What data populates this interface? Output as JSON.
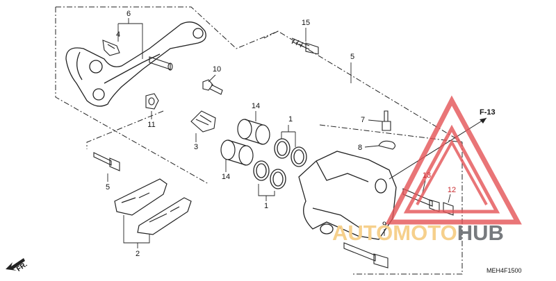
{
  "labels": [
    {
      "id": "6a",
      "text": "6"
    },
    {
      "id": "4",
      "text": "4"
    },
    {
      "id": "15",
      "text": "15"
    },
    {
      "id": "5",
      "text": "5"
    },
    {
      "id": "10",
      "text": "10"
    },
    {
      "id": "14a",
      "text": "14"
    },
    {
      "id": "1a",
      "text": "1"
    },
    {
      "id": "7",
      "text": "7"
    },
    {
      "id": "8",
      "text": "8"
    },
    {
      "id": "11",
      "text": "11"
    },
    {
      "id": "3",
      "text": "3"
    },
    {
      "id": "14b",
      "text": "14"
    },
    {
      "id": "1b",
      "text": "1"
    },
    {
      "id": "13",
      "text": "13"
    },
    {
      "id": "12",
      "text": "12"
    },
    {
      "id": "5b",
      "text": "5"
    },
    {
      "id": "2",
      "text": "2"
    },
    {
      "id": "9",
      "text": "9"
    }
  ],
  "reference": "F-13",
  "direction": "FR.",
  "diagram_code": "MEH4F1500",
  "watermark": {
    "part1": "AUTO",
    "part2": "MOTO",
    "part3": "HUB"
  },
  "colors": {
    "line": "#222222",
    "watermark_red": "#e45356",
    "watermark_orange": "#f6d08c",
    "watermark_gray": "#777a7e"
  }
}
